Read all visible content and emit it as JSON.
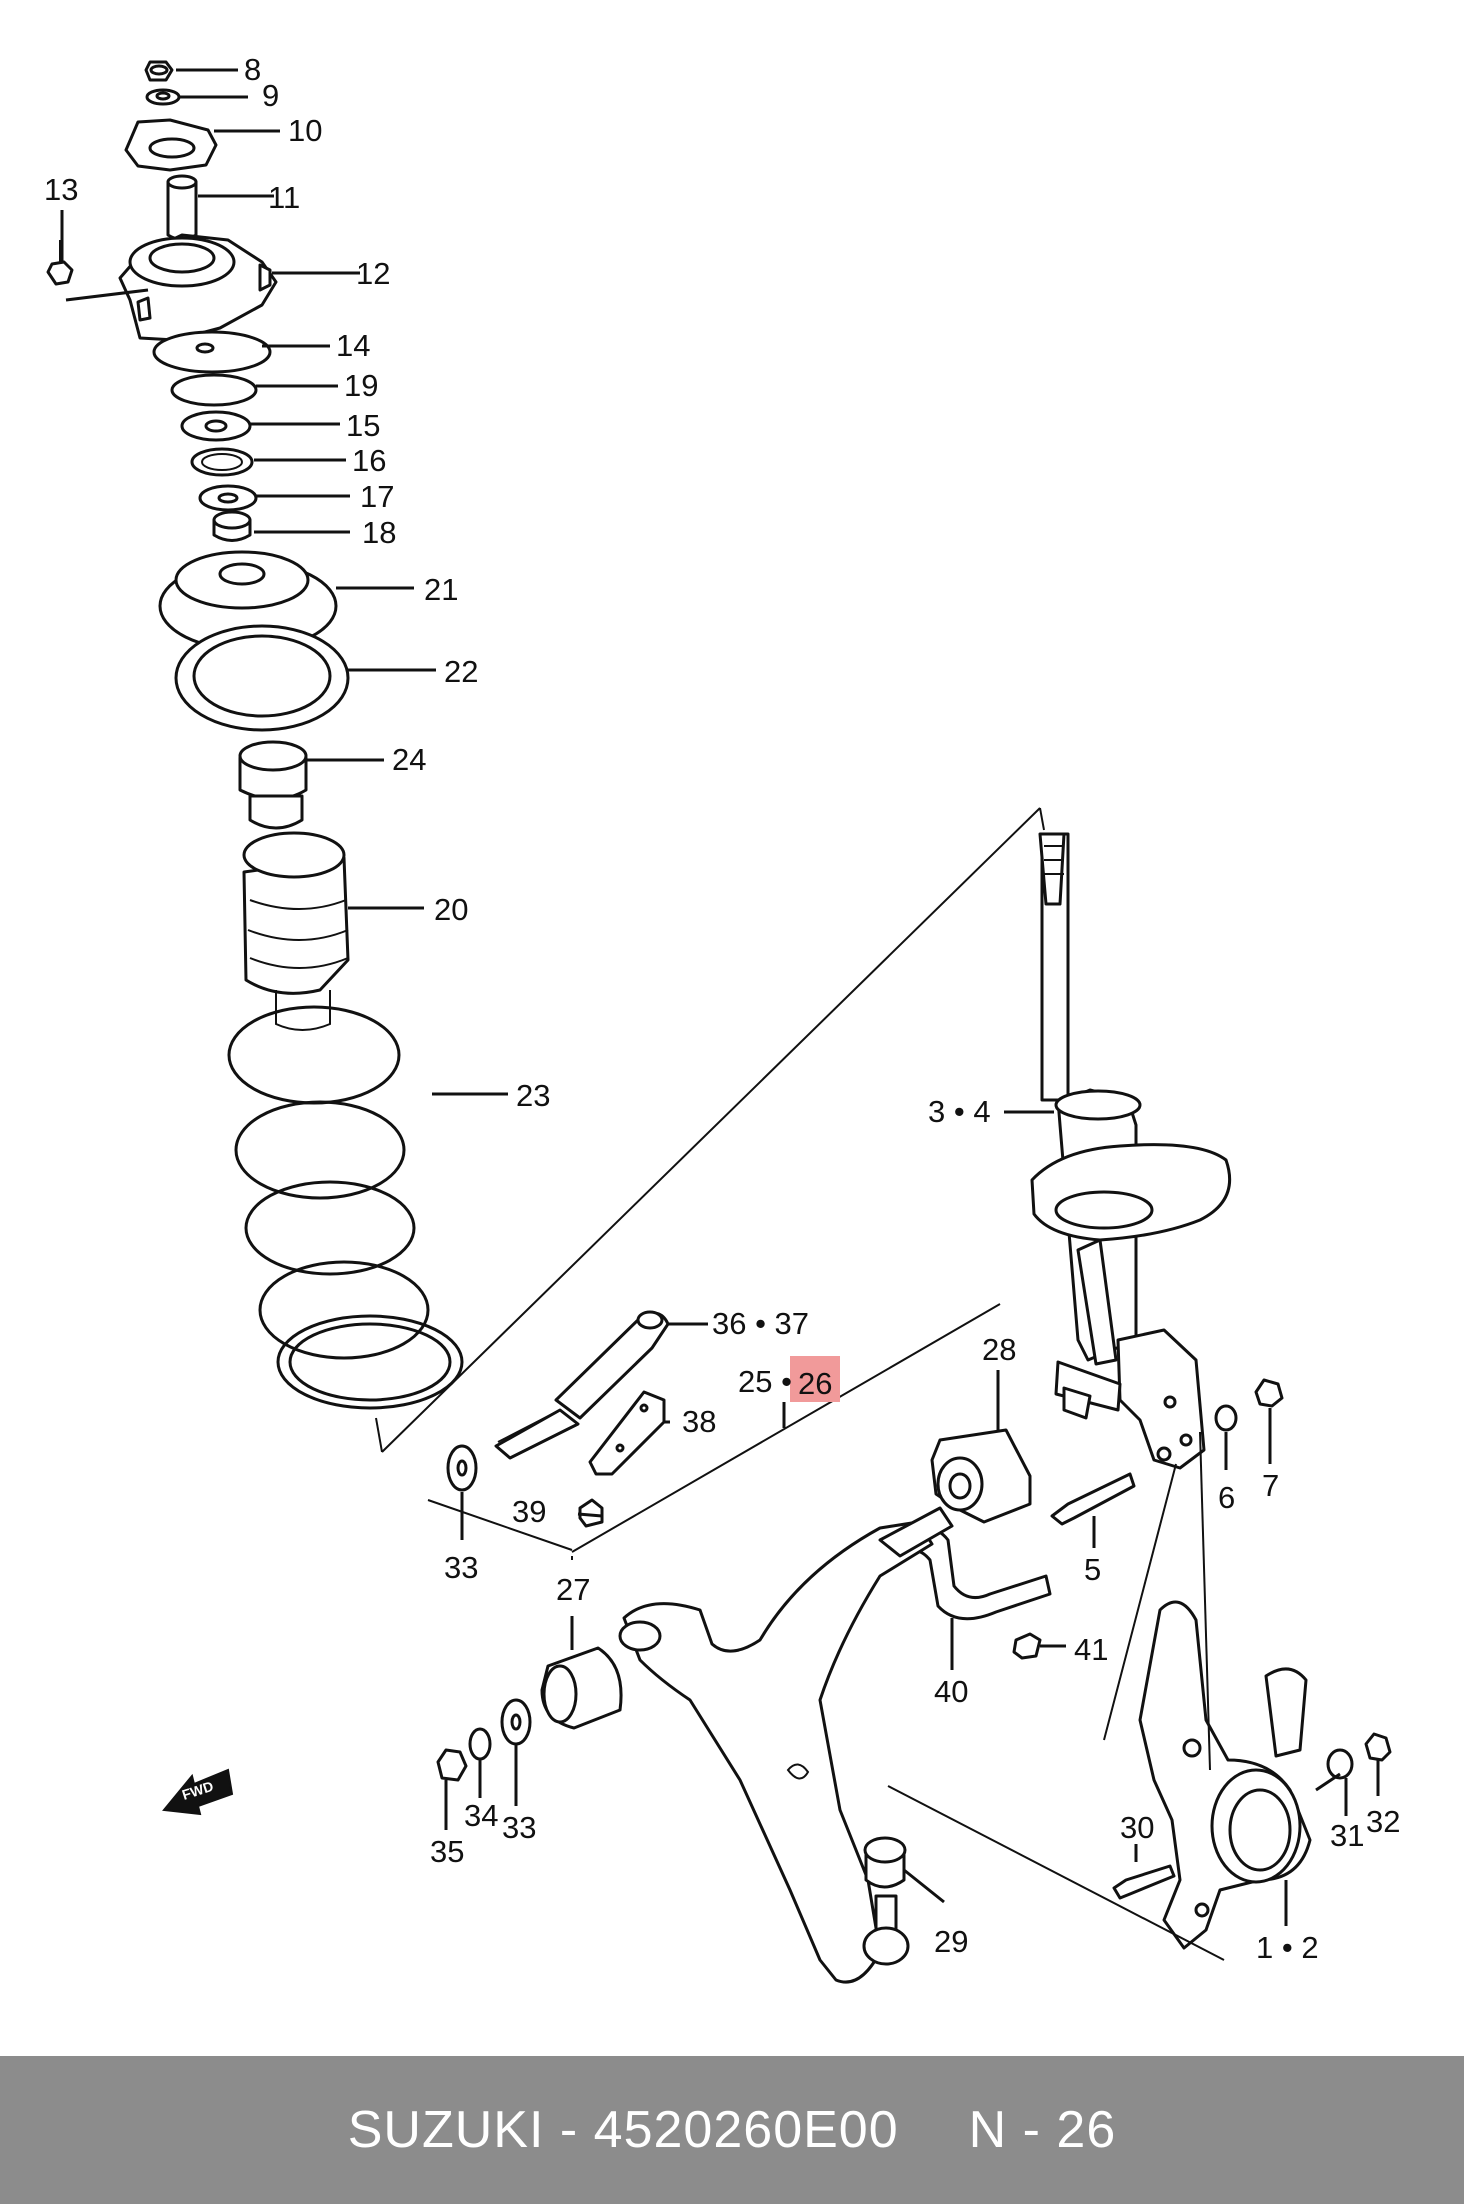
{
  "footer": {
    "brand": "SUZUKI",
    "dash": "-",
    "part_number": "4520260E00",
    "page_ref": "N - 26"
  },
  "callouts": {
    "c8": "8",
    "c9": "9",
    "c10": "10",
    "c11": "11",
    "c12": "12",
    "c13": "13",
    "c14": "14",
    "c19": "19",
    "c15": "15",
    "c16": "16",
    "c17": "17",
    "c18": "18",
    "c21": "21",
    "c22": "22",
    "c24": "24",
    "c20": "20",
    "c23": "23",
    "c34": "3 • 4",
    "c3637": "36 • 37",
    "c28": "28",
    "c25": "25 •",
    "c26": "26",
    "c38": "38",
    "c39": "39",
    "c33a": "33",
    "c27": "27",
    "c6": "6",
    "c7": "7",
    "c5": "5",
    "c41": "41",
    "c40": "40",
    "c33b": "33",
    "c34b": "34",
    "c35": "35",
    "c30": "30",
    "c31": "31",
    "c32": "32",
    "c29": "29",
    "c12b": "1 • 2"
  },
  "arrow_label": "FWD",
  "highlight_color": "#f19a9a"
}
